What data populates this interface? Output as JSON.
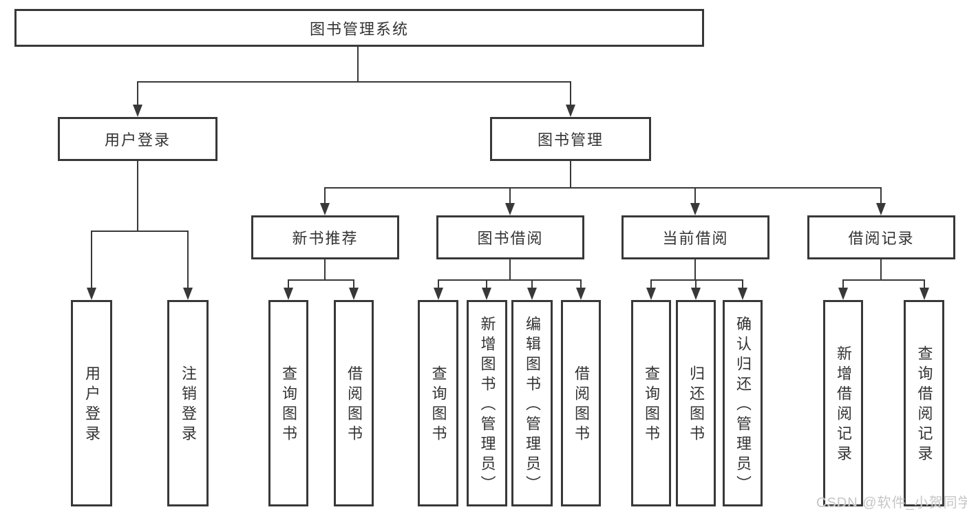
{
  "colors": {
    "line": "#383838",
    "text": "#333333",
    "background": "#ffffff",
    "watermark": "#c6c6c6"
  },
  "watermark": {
    "text": "CSDN @软件_小贺同学"
  },
  "tree": {
    "label": "图书管理系统",
    "children": [
      {
        "label": "用户登录",
        "children": [
          {
            "label": "用户登录"
          },
          {
            "label": "注销登录"
          }
        ]
      },
      {
        "label": "图书管理",
        "children": [
          {
            "label": "新书推荐",
            "children": [
              {
                "label": "查询图书"
              },
              {
                "label": "借阅图书"
              }
            ]
          },
          {
            "label": "图书借阅",
            "children": [
              {
                "label": "查询图书"
              },
              {
                "label": "新增图书（管理员）"
              },
              {
                "label": "编辑图书（管理员）"
              },
              {
                "label": "借阅图书"
              }
            ]
          },
          {
            "label": "当前借阅",
            "children": [
              {
                "label": "查询图书"
              },
              {
                "label": "归还图书"
              },
              {
                "label": "确认归还（管理员）"
              }
            ]
          },
          {
            "label": "借阅记录",
            "children": [
              {
                "label": "新增借阅记录"
              },
              {
                "label": "查询借阅记录"
              }
            ]
          }
        ]
      }
    ]
  }
}
